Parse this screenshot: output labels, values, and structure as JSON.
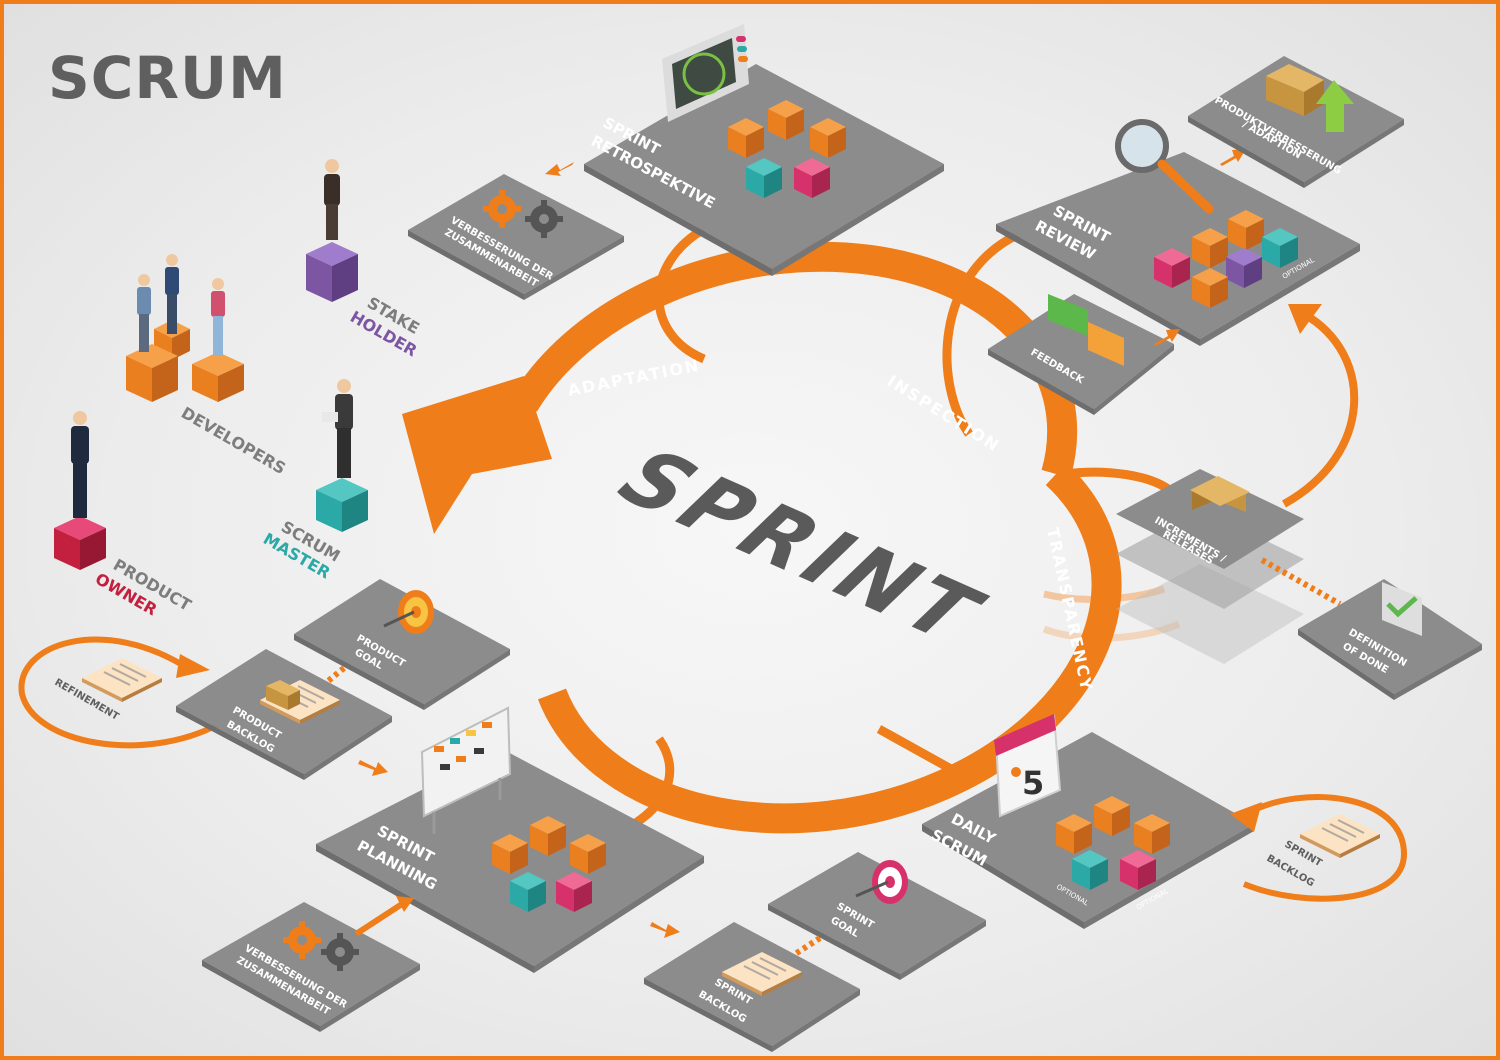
{
  "title": "SCRUM",
  "center": "SPRINT",
  "ring": {
    "adaptation": "ADAPTATION",
    "inspection": "INSPECTION",
    "transparency": "TRANSPARENCY"
  },
  "roles": {
    "stakeholder": {
      "line1": "STAKE",
      "line2": "HOLDER"
    },
    "developers": "DEVELOPERS",
    "scrum_master": {
      "line1": "SCRUM",
      "line2": "MASTER"
    },
    "product_owner": {
      "line1": "PRODUCT",
      "line2": "OWNER"
    }
  },
  "events": {
    "retrospective": {
      "line1": "SPRINT",
      "line2": "RETROSPEKTIVE"
    },
    "review": {
      "line1": "SPRINT",
      "line2": "REVIEW"
    },
    "planning": {
      "line1": "SPRINT",
      "line2": "PLANNING"
    },
    "daily": {
      "line1": "DAILY",
      "line2": "SCRUM"
    }
  },
  "artifacts": {
    "verbesserung_top": {
      "line1": "VERBESSERUNG DER",
      "line2": "ZUSAMMENARBEIT"
    },
    "produktverbesserung": {
      "line1": "PRODUKTVERBESSERUNG",
      "line2": "/ ADAPTION"
    },
    "feedback": "FEEDBACK",
    "increments": {
      "line1": "INCREMENTS /",
      "line2": "RELEASES"
    },
    "definition_of_done": {
      "line1": "DEFINITION",
      "line2": "OF DONE"
    },
    "product_goal": {
      "line1": "PRODUCT",
      "line2": "GOAL"
    },
    "refinement": "REFINEMENT",
    "product_backlog": {
      "line1": "PRODUCT",
      "line2": "BACKLOG"
    },
    "verbesserung_bottom": {
      "line1": "VERBESSERUNG DER",
      "line2": "ZUSAMMENARBEIT"
    },
    "sprint_goal": {
      "line1": "SPRINT",
      "line2": "GOAL"
    },
    "sprint_backlog_bottom": {
      "line1": "SPRINT",
      "line2": "BACKLOG"
    },
    "sprint_backlog_right": {
      "line1": "SPRINT",
      "line2": "BACKLOG"
    }
  },
  "optional_tag": "OPTIONAL",
  "calendar_day": "5",
  "colors": {
    "orange": "#ef7d1a",
    "platform": "#8c8c8c",
    "platform_dark": "#7b7b7b",
    "teal": "#2aa9a7",
    "pink": "#d6316a",
    "purple": "#7d56a3",
    "owner_red": "#c3203f",
    "text_gray": "#5f5f5f"
  }
}
